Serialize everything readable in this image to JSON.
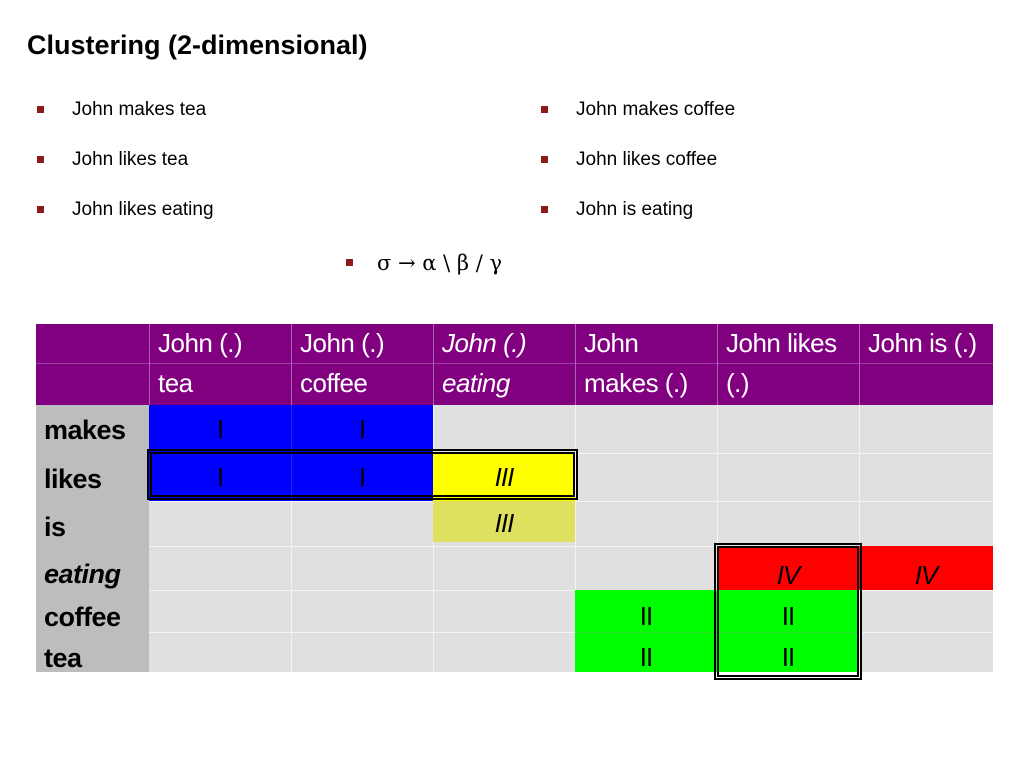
{
  "title": "Clustering (2-dimensional)",
  "bullets_left": [
    "John makes tea",
    "John likes tea",
    "John likes eating"
  ],
  "bullets_right": [
    "John makes coffee",
    "John likes coffee",
    "John is eating"
  ],
  "formula": "σ → α \\ β / γ",
  "table": {
    "header_top": [
      "John (.)",
      "John (.)",
      "John (.)",
      "John",
      "John likes",
      "John is (.)"
    ],
    "header_bottom": [
      "tea",
      "coffee",
      "eating",
      "makes (.)",
      "(.)",
      ""
    ],
    "row_labels": [
      "makes",
      "likes",
      "is",
      "eating",
      "coffee",
      "tea"
    ],
    "cells": {
      "makes_tea": "I",
      "makes_coffee": "I",
      "likes_tea": "I",
      "likes_coffee": "I",
      "likes_eating": "III",
      "is_eating": "III",
      "eating_likes": "IV",
      "eating_is": "IV",
      "coffee_makes": "II",
      "coffee_likes": "II",
      "tea_makes": "II",
      "tea_likes": "II"
    },
    "colors": {
      "header": "#800080",
      "cluster_I": "#0000ff",
      "cluster_III": "#ffff00",
      "cluster_III_light": "#e0e060",
      "cluster_IV": "#ff0000",
      "cluster_II": "#00ff00"
    }
  }
}
